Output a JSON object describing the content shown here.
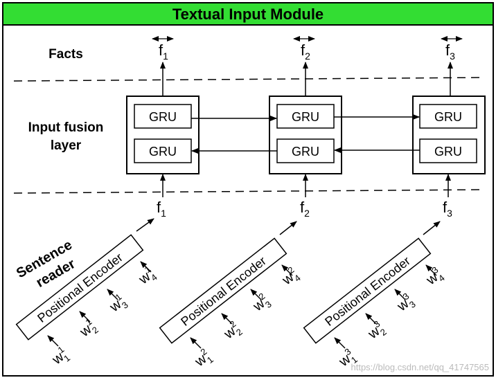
{
  "title": "Textual Input Module",
  "colors": {
    "title_bar": "#33dd33",
    "stroke": "#000000",
    "background": "#ffffff"
  },
  "labels": {
    "facts": "Facts",
    "input_fusion_line1": "Input fusion",
    "input_fusion_line2": "layer",
    "sentence_reader_line1": "Sentence",
    "sentence_reader_line2": "reader"
  },
  "gru_label": "GRU",
  "encoder_label": "Positional Encoder",
  "facts": [
    {
      "symbol": "f",
      "index": "1"
    },
    {
      "symbol": "f",
      "index": "2"
    },
    {
      "symbol": "f",
      "index": "3"
    }
  ],
  "words": [
    [
      {
        "symbol": "w",
        "sup": "1",
        "sub": "1"
      },
      {
        "symbol": "w",
        "sup": "1",
        "sub": "2"
      },
      {
        "symbol": "w",
        "sup": "1",
        "sub": "3"
      },
      {
        "symbol": "w",
        "sup": "1",
        "sub": "4"
      }
    ],
    [
      {
        "symbol": "w",
        "sup": "2",
        "sub": "1"
      },
      {
        "symbol": "w",
        "sup": "2",
        "sub": "2"
      },
      {
        "symbol": "w",
        "sup": "2",
        "sub": "3"
      },
      {
        "symbol": "w",
        "sup": "2",
        "sub": "4"
      }
    ],
    [
      {
        "symbol": "w",
        "sup": "3",
        "sub": "1"
      },
      {
        "symbol": "w",
        "sup": "3",
        "sub": "2"
      },
      {
        "symbol": "w",
        "sup": "3",
        "sub": "3"
      },
      {
        "symbol": "w",
        "sup": "3",
        "sub": "4"
      }
    ]
  ],
  "watermark": "https://blog.csdn.net/qq_41747565"
}
